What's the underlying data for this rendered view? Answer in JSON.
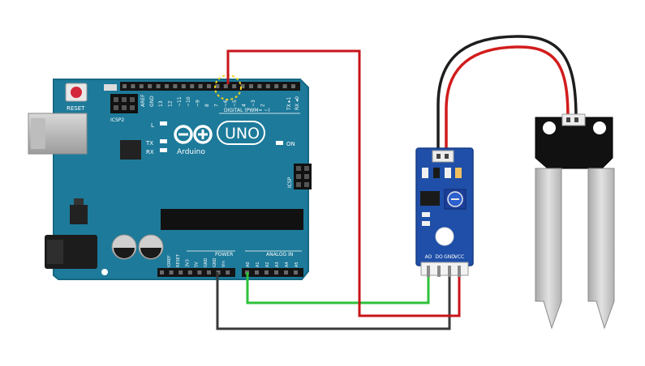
{
  "arduino": {
    "brand": "Arduino",
    "model": "UNO",
    "reset_label": "RESET",
    "icsp2_label": "ICSP2",
    "icsp_label": "ICSP",
    "digital_label": "DIGITAL (PWM= ~)",
    "power_label": "POWER",
    "analog_label": "ANALOG IN",
    "on_label": "ON",
    "l_label": "L",
    "tx_label": "TX",
    "rx_label": "RX",
    "aref_label": "AREF",
    "gnd_label": "GND",
    "tx_pin_label": "TX ▸1",
    "rx_pin_label": "RX ◂0",
    "digital_pins": [
      "13",
      "12",
      "~11",
      "~10",
      "~9",
      "8",
      "7",
      "~6",
      "~5",
      "4",
      "~3",
      "2"
    ],
    "power_pins": [
      "IOREF",
      "RESET",
      "3V3",
      "5V",
      "GND",
      "GND",
      "Vin"
    ],
    "analog_pins": [
      "A0",
      "A1",
      "A2",
      "A3",
      "A4",
      "A5"
    ]
  },
  "module": {
    "pins": [
      "AO",
      "DO",
      "GND",
      "VCC"
    ]
  },
  "wires": {
    "signal_color": "#2ec13a",
    "vcc_color": "#c8141b",
    "gnd_color": "#3a3a3a",
    "probe_black": "#1e1e1e",
    "probe_red": "#d21c1c"
  },
  "colors": {
    "board": "#1d7a9a",
    "board_edge": "#156782",
    "module_board": "#1f4fa8",
    "probe_metal": "#c9c9c9"
  }
}
